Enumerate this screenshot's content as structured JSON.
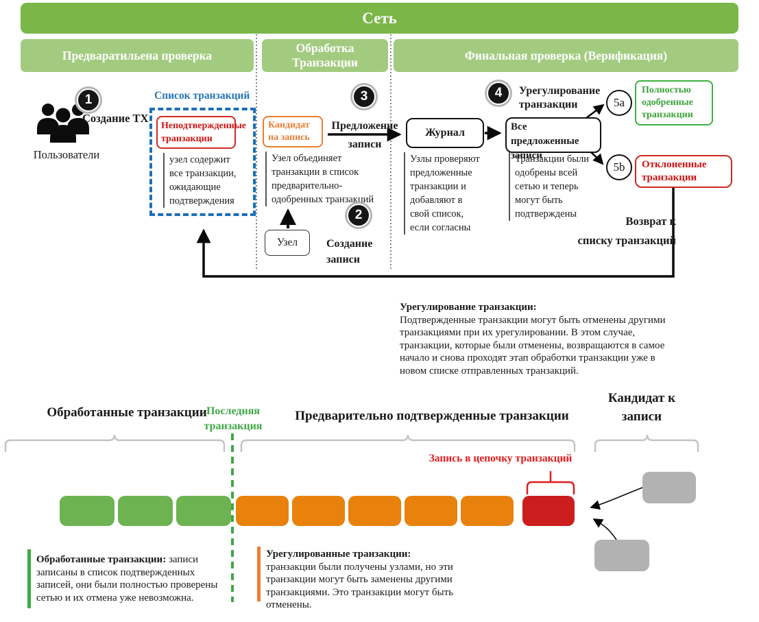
{
  "colors": {
    "network_green": "#7ab648",
    "phase_green": "#a3cb80",
    "processed_green": "#6db351",
    "bright_green": "#3fa846",
    "orange": "#e8820d",
    "orange_label": "#ed7d31",
    "red": "#cb1d1d",
    "blue_dashed": "#1d6fb8",
    "gray_block": "#b2b2b2"
  },
  "network": {
    "title": "Сеть"
  },
  "phases": [
    {
      "label": "Предваратильена проверка"
    },
    {
      "label": "Обработка Транзакции"
    },
    {
      "label": "Финальная проверка (Верификация)"
    }
  ],
  "flow": {
    "users_label": "Пользователи",
    "step1": {
      "num": "1",
      "label": "Создание ТХ"
    },
    "tx_list": {
      "title": "Список транзакций",
      "box": "Неподтвержденные транзакции",
      "note": "узел содержит все транзакции, ожидающие подтверждения"
    },
    "candidate_box": "Кандидат на запись",
    "candidate_note": "Узел объединяет транзакции в список предварительно-одобренных транзакций",
    "node_box": "Узел",
    "step2": {
      "num": "2",
      "label": "Создание записи"
    },
    "step3": {
      "num": "3",
      "label": "Предложение записи"
    },
    "journal_box": "Журнал",
    "journal_note": "Узлы проверяют предложенные транзакции и добавляют в свой список, если согласны",
    "proposed_box": "Все предложенные записи",
    "proposed_note": "Транзакции были одобрены всей сетью и теперь могут быть подтверждены",
    "step4": {
      "num": "4",
      "label": "Урегулирование транзакции"
    },
    "step5a": {
      "num": "5a",
      "box": "Полностью одобренные транзакции"
    },
    "step5b": {
      "num": "5b",
      "box": "Отклоненные транзакции"
    },
    "return_label": "Возврат к\nсписку транзакций"
  },
  "settlement_note": {
    "title": "Урегулирование транзакции:",
    "body": "Подтвержденные транзакции могут быть отменены другими транзакциями при их урегулировании. В этом случае, транзакции, которые были отменены, возвращаются в самое начало и снова проходят этап обработки транзакции уже в новом списке отправленных транзакций."
  },
  "chain": {
    "processed_header": "Обработанные транзакции",
    "last_tx_label": "Последняя транзакция",
    "preconfirmed_header": "Предварительно подтвержденные транзакции",
    "candidate_header": "Кандидат к записи",
    "record_label": "Запись в цепочку транзакций",
    "blocks": [
      "processed",
      "processed",
      "processed",
      "preconfirmed",
      "preconfirmed",
      "preconfirmed",
      "preconfirmed",
      "preconfirmed",
      "record"
    ],
    "candidate_blocks": 2,
    "legend_processed": {
      "title": "Обработанные транзакции:",
      "body": " записи записаны в список подтвержденных записей, они были полностью проверены сетью и их отмена уже невозможна."
    },
    "legend_settled": {
      "title": "Урегулированные транзакции:",
      "body": "транзакции были получены узлами, но эти транзакции могут быть заменены другими транзакциями. Это транзакции могут быть отменены."
    }
  }
}
